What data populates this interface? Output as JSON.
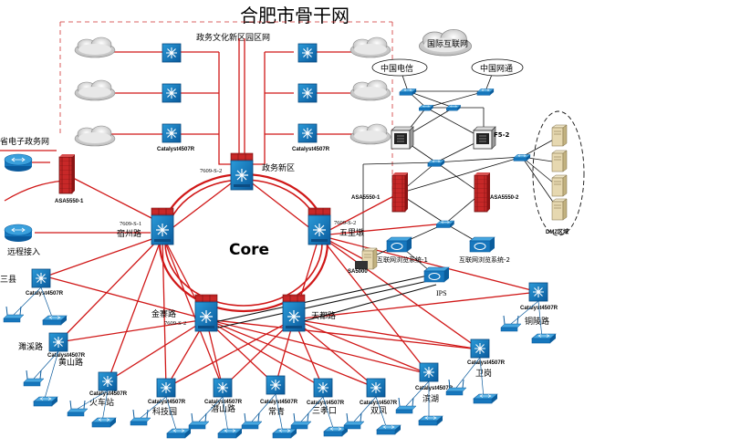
{
  "title": "合肥市骨干网",
  "core_label": "Core",
  "campus": {
    "label": "政务文化新区园区网",
    "switch_left_label": "Catalyst4507R",
    "switch_right_label": "Catalyst4507R"
  },
  "internet": {
    "cloud_label": "国际互联网",
    "telecom": "中国电信",
    "unicom": "中国网通",
    "f5_label": "F5-2",
    "firewall_left": "ASA5550-1",
    "firewall_right": "ASA5550-2",
    "dmz_label": "DMZ区域",
    "sa_label": "SA5000",
    "browse1": "互联网浏览系统-1",
    "browse2": "互联网浏览系统-2",
    "ips_label": "IPS"
  },
  "left": {
    "prov_gov": "省电子政务网",
    "asa_left": "ASA5550-1",
    "remote": "远程接入"
  },
  "core_nodes": {
    "top": {
      "name": "政务新区",
      "model": "7609-S-2"
    },
    "left": {
      "name": "宿州路",
      "model": "7609-S-1"
    },
    "right": {
      "name": "五里墩",
      "model": "7609-S-2"
    },
    "bottom_left": {
      "name": "金寨路",
      "model": "7609-S-2"
    },
    "bottom_right": {
      "name": "天都路",
      "model": ""
    }
  },
  "branches": [
    {
      "name": "三县",
      "model": "Catalyst4507R"
    },
    {
      "name": "濉溪路",
      "model": "Catalyst4507R"
    },
    {
      "name": "黄山路",
      "model": ""
    },
    {
      "name": "火车站",
      "model": "Catalyst4507R"
    },
    {
      "name": "科技园",
      "model": "Catalyst4507R"
    },
    {
      "name": "潜山路",
      "model": "Catalyst4507R"
    },
    {
      "name": "常青",
      "model": "Catalyst4507R"
    },
    {
      "name": "三孝口",
      "model": "Catalyst4507R"
    },
    {
      "name": "双凤",
      "model": "Catalyst4507R"
    },
    {
      "name": "滨湖",
      "model": "Catalyst4507R"
    },
    {
      "name": "卫岗",
      "model": "Catalyst4507R"
    },
    {
      "name": "铜陵路",
      "model": "Catalyst4507R"
    }
  ]
}
